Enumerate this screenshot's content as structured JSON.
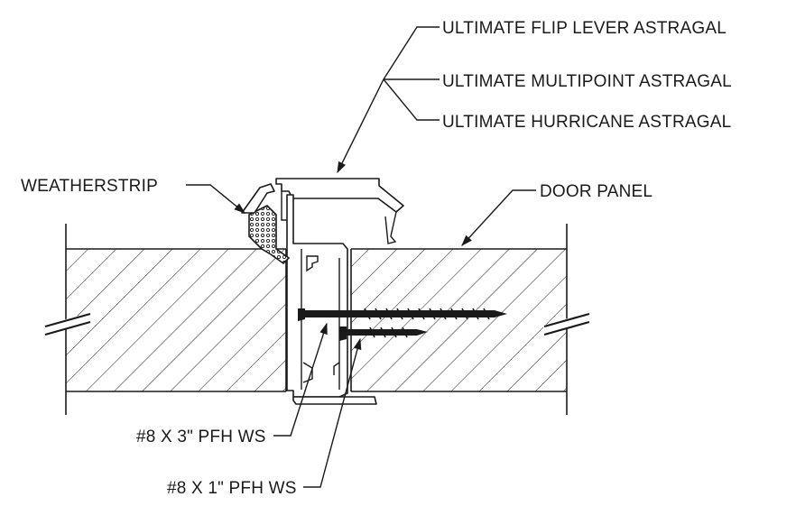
{
  "labels": {
    "flip_lever": "ULTIMATE FLIP LEVER ASTRAGAL",
    "multipoint": "ULTIMATE MULTIPOINT ASTRAGAL",
    "hurricane": "ULTIMATE HURRICANE ASTRAGAL",
    "weatherstrip": "WEATHERSTRIP",
    "door_panel": "DOOR PANEL",
    "screw_3in": "#8 X 3\" PFH WS",
    "screw_1in": "#8 X 1\" PFH WS"
  },
  "colors": {
    "line": "#1a1a1a",
    "background": "#ffffff"
  }
}
